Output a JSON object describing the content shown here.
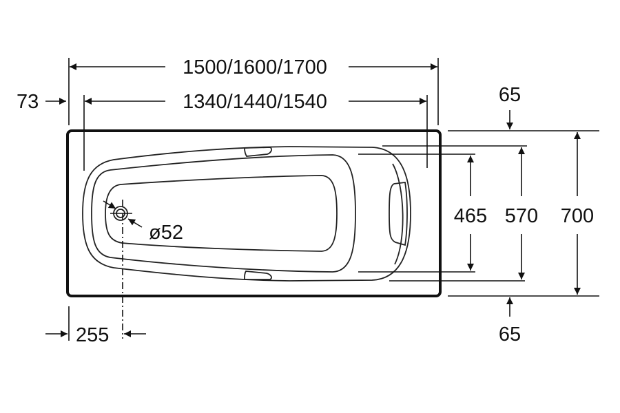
{
  "drawing": {
    "overall_length": "1500/1600/1700",
    "inner_length": "1340/1440/1540",
    "edge_offset_left": "73",
    "drain_diameter": "ø52",
    "drain_offset": "255",
    "inner_width": "465",
    "rim_width": "570",
    "overall_width": "700",
    "edge_offset_top": "65",
    "edge_offset_bottom": "65"
  },
  "colors": {
    "line": "#111111",
    "background": "#ffffff"
  }
}
